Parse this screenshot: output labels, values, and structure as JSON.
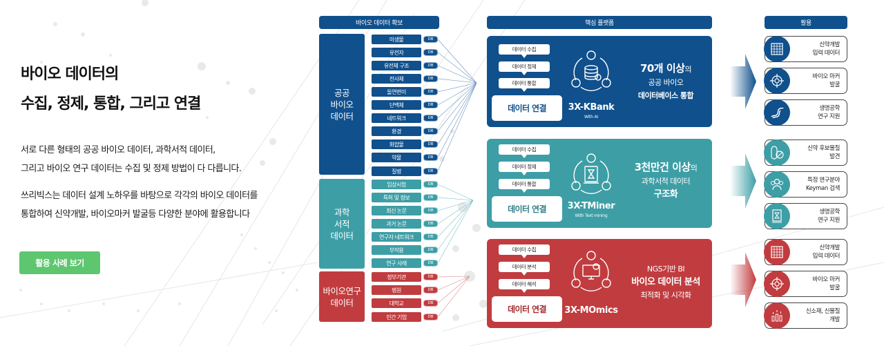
{
  "hero": {
    "headline_line1": "바이오 데이터의",
    "headline_line2": "수집, 정제, 통합, 그리고 연결",
    "desc_p1_line1": "서로 다른 형태의 공공 바이오 데이터, 과학서적 데이터,",
    "desc_p1_line2": "그리고 바이오 연구 데이터는 수집 및 정제 방법이 다 다릅니다.",
    "desc_p2_line1": "쓰리빅스는 데이터 설계 노하우를 바탕으로 각각의 바이오 데이터를",
    "desc_p2_line2": "통합하여 신약개발, 바이오마커 발굴등 다양한 분야에 활용합니다",
    "cta_label": "활용 사례 보기",
    "cta_color": "#5ec66f"
  },
  "colors": {
    "navy": "#10508c",
    "teal": "#3d9ea6",
    "red": "#c13c3f"
  },
  "columns": {
    "sources": "바이오 데이터 확보",
    "platform": "핵심 플랫폼",
    "usage": "활용"
  },
  "db_label": "DB",
  "categories": [
    {
      "label": "공공\n바이오\n데이터",
      "items": [
        "미생물",
        "유전자",
        "유전체 구조",
        "전사체",
        "돌연변이",
        "단백체",
        "네트워크",
        "환경",
        "화합물",
        "약물",
        "질병"
      ]
    },
    {
      "label": "과학\n서적\n데이터",
      "items": [
        "임상시험",
        "특허 및 정보",
        "최신 논문",
        "과거 논문",
        "연구자 네트워크",
        "부작용",
        "연구 사례"
      ]
    },
    {
      "label": "바이오연구\n데이터",
      "items": [
        "정부기관",
        "병원",
        "대학교",
        "민간 기업"
      ]
    }
  ],
  "platforms": [
    {
      "steps": [
        "데이터 수집",
        "데이터 정제",
        "데이터 통합"
      ],
      "connect": "데이터 연결",
      "name": "3X-KBank",
      "sub": "With AI",
      "desc_big": "70개 이상",
      "desc_suffix": "의",
      "desc_line2": "공공 바이오",
      "desc_line3": "데이터베이스 통합"
    },
    {
      "steps": [
        "데이터 수집",
        "데이터 정제",
        "데이터 통합"
      ],
      "connect": "데이터 연결",
      "name": "3X-TMiner",
      "sub": "With Text mining",
      "desc_big": "3천만건 이상",
      "desc_suffix": "의",
      "desc_line2": "과학서적 데이터",
      "desc_line3": "구조화"
    },
    {
      "steps": [
        "데이터 수집",
        "데이터 분석",
        "데이터 해석"
      ],
      "connect": "데이터 연결",
      "name": "3X-MOmics",
      "sub": "",
      "desc_line1": "NGS기반 BI",
      "desc_line2": "바이오 데이터 분석",
      "desc_line3": "최적화 및 시각화"
    }
  ],
  "usage": [
    [
      {
        "icon": "grid-icon",
        "label": "신약개발\n입력 데이터"
      },
      {
        "icon": "target-icon",
        "label": "바이오 마커\n발굴"
      },
      {
        "icon": "dna-icon",
        "label": "생명공학\n연구 지원"
      }
    ],
    [
      {
        "icon": "pill-icon",
        "label": "신약 후보물질\n발견"
      },
      {
        "icon": "people-icon",
        "label": "특정 연구분야\nKeyman 검색"
      },
      {
        "icon": "book-icon",
        "label": "생명공학\n연구 지원"
      }
    ],
    [
      {
        "icon": "grid-icon",
        "label": "신약개발\n입력 데이터"
      },
      {
        "icon": "target-icon",
        "label": "바이오 마커\n발굴"
      },
      {
        "icon": "growth-chart-icon",
        "label": "신소재, 신물질\n개발"
      }
    ]
  ]
}
